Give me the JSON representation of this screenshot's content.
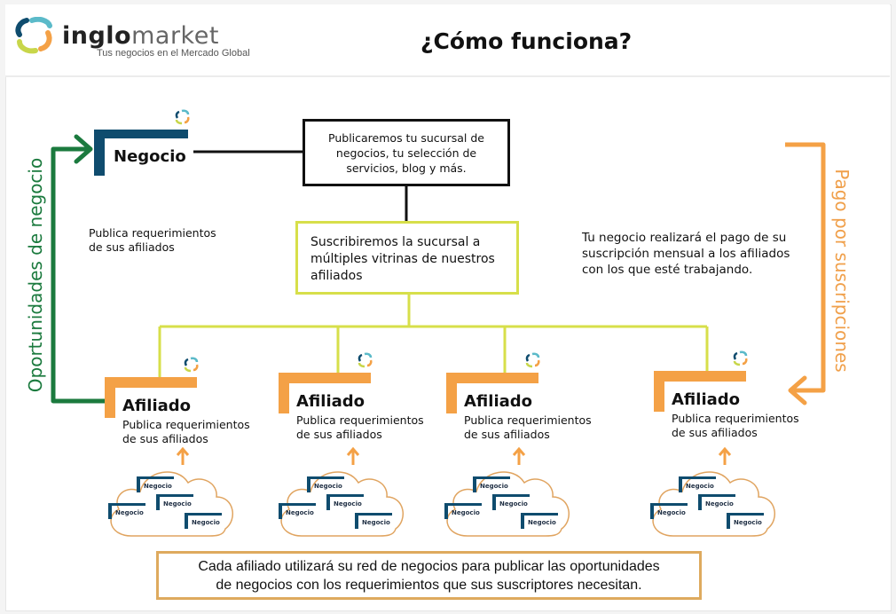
{
  "header": {
    "brand_part1": "inglo",
    "brand_part2": "market",
    "tagline": "Tus negocios en el Mercado Global",
    "title": "¿Cómo funciona?"
  },
  "colors": {
    "navy": "#0f4c6e",
    "orange": "#f4a146",
    "green": "#1b7a3e",
    "lime": "#d7df4a",
    "bottom_border": "#deaa5e"
  },
  "left_arrow": {
    "label": "Oportunidades de negocio"
  },
  "right_arrow": {
    "label": "Pago por suscripciones"
  },
  "negocio": {
    "label": "Negocio",
    "description": [
      "Publica requerimientos",
      "de sus afiliados"
    ]
  },
  "publish_box": {
    "text": "Publicaremos tu sucursal de negocios, tu selección de servicios, blog y más."
  },
  "subscribe_box": {
    "text": "Suscribiremos la sucursal a múltiples vitrinas de nuestros afiliados"
  },
  "payment_note": {
    "lines": [
      "Tu negocio realizará el pago de su",
      "suscripción mensual a los afiliados",
      "con los que esté trabajando."
    ]
  },
  "affiliates": [
    {
      "label": "Afiliado",
      "desc": [
        "Publica requerimientos",
        "de sus afiliados"
      ],
      "cloud_items": [
        "Negocio",
        "Negocio",
        "Negocio",
        "Negocio"
      ]
    },
    {
      "label": "Afiliado",
      "desc": [
        "Publica requerimientos",
        "de sus afiliados"
      ],
      "cloud_items": [
        "Negocio",
        "Negocio",
        "Negocio",
        "Negocio"
      ]
    },
    {
      "label": "Afiliado",
      "desc": [
        "Publica requerimientos",
        "de sus afiliados"
      ],
      "cloud_items": [
        "Negocio",
        "Negocio",
        "Negocio",
        "Negocio"
      ]
    },
    {
      "label": "Afiliado",
      "desc": [
        "Publica requerimientos",
        "de sus afiliados"
      ],
      "cloud_items": [
        "Negocio",
        "Negocio",
        "Negocio",
        "Negocio"
      ]
    }
  ],
  "bottom_box": {
    "lines": [
      "Cada afiliado utilizará su red de negocios para publicar las oportunidades",
      "de negocios con los requerimientos que sus suscriptores necesitan."
    ]
  }
}
